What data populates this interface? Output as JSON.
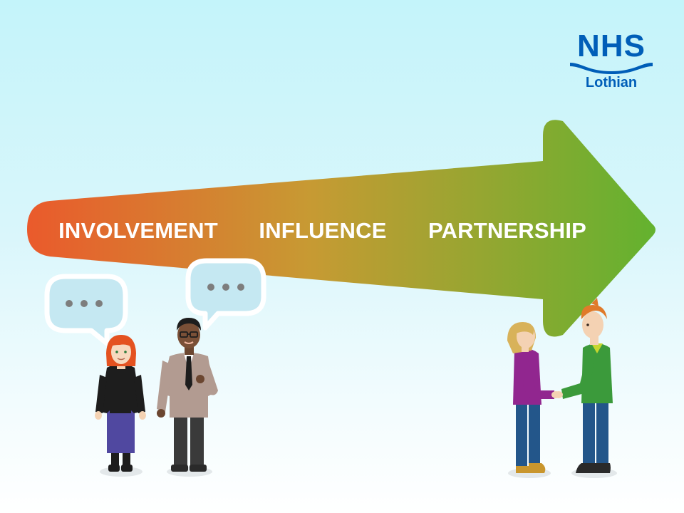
{
  "logo": {
    "name": "NHS",
    "region": "Lothian",
    "color": "#005eb8"
  },
  "arrow": {
    "gradient_start": "#ea5a2c",
    "gradient_mid": "#c79a33",
    "gradient_end": "#63b22f",
    "stages": [
      "INVOLVEMENT",
      "INFLUENCE",
      "PARTNERSHIP"
    ]
  },
  "speech_bubbles": {
    "fill": "#c5e8f2",
    "dots": "#7d7d7d"
  },
  "people": [
    "woman-in-black-sweater",
    "man-in-suit",
    "woman-in-purple-top",
    "man-in-green-top"
  ]
}
